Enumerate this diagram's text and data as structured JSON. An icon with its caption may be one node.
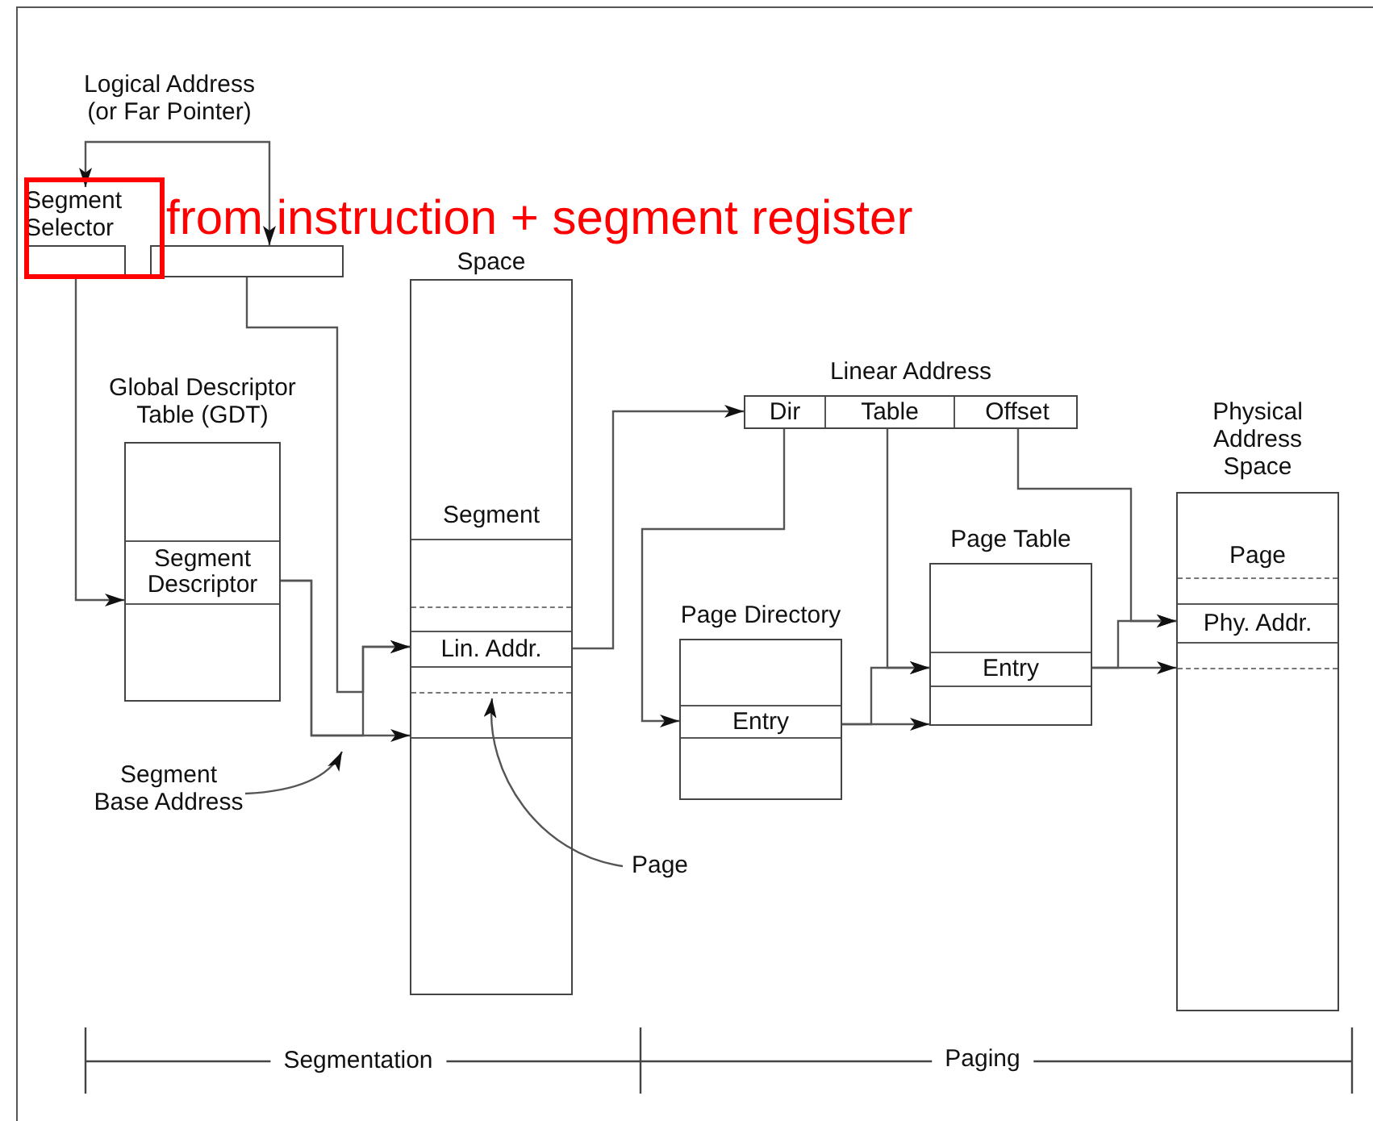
{
  "diagram": {
    "nodes": [
      {
        "text": [
          "Segment Selector"
        ]
      },
      {
        "text": [],
        "shape": "box"
      },
      {
        "text": [
          "Logical Address (or Far Pointer)"
        ]
      },
      {
        "text": [
          "Global Descriptor Table (GDT)"
        ]
      },
      {
        "text": [
          "Segment Descriptor"
        ],
        "in": 3
      },
      {
        "text": [
          "Space",
          "Segment"
        ]
      },
      {
        "text": [
          "Lin. Addr."
        ],
        "in": 5
      },
      {
        "text": [
          "Linear Address"
        ]
      },
      {
        "text": [
          "Dir"
        ],
        "in": 7
      },
      {
        "text": [
          "Table"
        ],
        "in": 7
      },
      {
        "text": [
          "Offset"
        ],
        "in": 7
      },
      {
        "text": [
          "Page Directory"
        ]
      },
      {
        "text": [
          "Entry"
        ],
        "in": 11
      },
      {
        "text": [
          "Page Table"
        ]
      },
      {
        "text": [
          "Entry"
        ],
        "in": 13
      },
      {
        "text": [
          "Physical Address Space",
          "Page"
        ]
      },
      {
        "text": [
          "Phy. Addr."
        ],
        "in": 15
      },
      {
        "text": [
          "Segment Base Address"
        ]
      },
      {
        "text": [
          "Page"
        ]
      }
    ],
    "edges": [
      {
        "from": 2,
        "to": 0,
        "arrow": "to"
      },
      {
        "from": 2,
        "to": 1,
        "arrow": "to"
      },
      {
        "from": 0,
        "to": 4,
        "arrow": "to"
      },
      {
        "from": 1,
        "to": 6,
        "arrow": "to"
      },
      {
        "from": 4,
        "to": 6,
        "arrow": "to"
      },
      {
        "from": 4,
        "to": 5,
        "arrow": "to"
      },
      {
        "from": 6,
        "to": 8,
        "arrow": "to"
      },
      {
        "from": 8,
        "to": 12,
        "arrow": "to"
      },
      {
        "from": 9,
        "to": 14,
        "arrow": "to"
      },
      {
        "from": 12,
        "to": 13,
        "arrow": "to"
      },
      {
        "from": 12,
        "to": 14,
        "arrow": "to"
      },
      {
        "from": 10,
        "to": 16,
        "arrow": "to"
      },
      {
        "from": 14,
        "to": 16,
        "arrow": "to"
      },
      {
        "from": 14,
        "to": 15,
        "arrow": "to"
      },
      {
        "from": 17,
        "to": null,
        "arrow": "to"
      },
      {
        "from": 18,
        "to": 5,
        "arrow": "to"
      }
    ],
    "labels": [
      "from instruction + segment register",
      "Segmentation",
      "Paging"
    ]
  }
}
